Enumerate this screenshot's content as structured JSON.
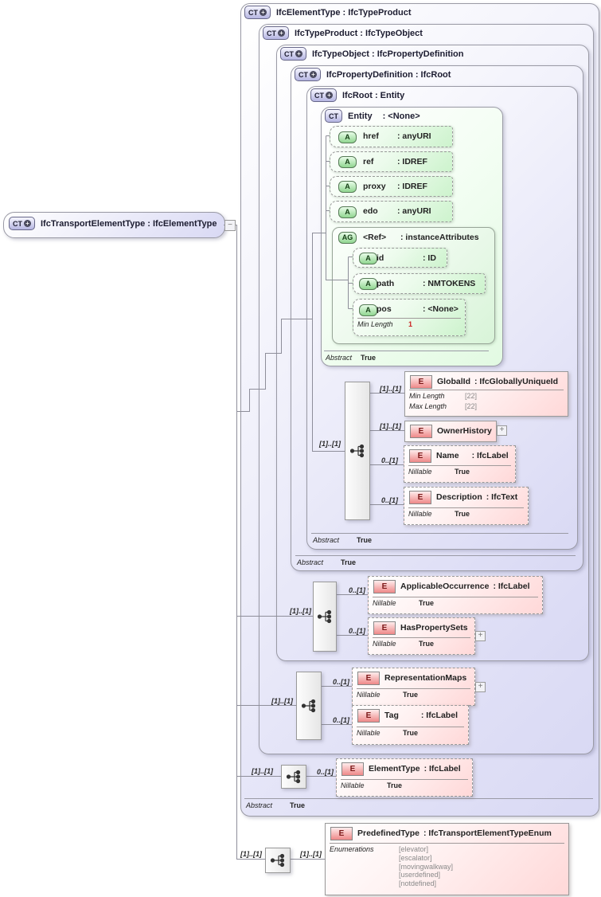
{
  "root_box": {
    "badge": "CT",
    "title": "IfcTransportElementType : IfcElementType"
  },
  "levels": [
    {
      "badge": "CT",
      "title": "IfcElementType : IfcTypeProduct"
    },
    {
      "badge": "CT",
      "title": "IfcTypeProduct : IfcTypeObject"
    },
    {
      "badge": "CT",
      "title": "IfcTypeObject : IfcPropertyDefinition"
    },
    {
      "badge": "CT",
      "title": "IfcPropertyDefinition : IfcRoot"
    },
    {
      "badge": "CT",
      "title": "IfcRoot : Entity"
    },
    {
      "badge": "CT",
      "name": "Entity",
      "type": ": <None>"
    }
  ],
  "attributes": [
    {
      "badge": "A",
      "name": "href",
      "type": ": anyURI"
    },
    {
      "badge": "A",
      "name": "ref",
      "type": ": IDREF"
    },
    {
      "badge": "A",
      "name": "proxy",
      "type": ": IDREF"
    },
    {
      "badge": "A",
      "name": "edo",
      "type": ": anyURI"
    }
  ],
  "attr_group": {
    "badge": "AG",
    "name": "<Ref>",
    "type": ": instanceAttributes",
    "attrs": [
      {
        "badge": "A",
        "name": "id",
        "type": ": ID"
      },
      {
        "badge": "A",
        "name": "path",
        "type": ": NMTOKENS"
      },
      {
        "badge": "A",
        "name": "pos",
        "type": ": <None>"
      }
    ],
    "pos_facet": {
      "name": "Min Length",
      "value": "1"
    }
  },
  "elements": {
    "global_id": {
      "badge": "E",
      "name": "GlobalId",
      "type": ": IfcGloballyUniqueId",
      "facets": [
        {
          "name": "Min Length",
          "value": "[22]"
        },
        {
          "name": "Max Length",
          "value": "[22]"
        }
      ]
    },
    "owner_history": {
      "badge": "E",
      "name": "OwnerHistory"
    },
    "name": {
      "badge": "E",
      "name": "Name",
      "type": ": IfcLabel"
    },
    "description": {
      "badge": "E",
      "name": "Description",
      "type": ": IfcText"
    },
    "applicable_occurrence": {
      "badge": "E",
      "name": "ApplicableOccurrence",
      "type": ": IfcLabel"
    },
    "has_property_sets": {
      "badge": "E",
      "name": "HasPropertySets"
    },
    "representation_maps": {
      "badge": "E",
      "name": "RepresentationMaps"
    },
    "tag": {
      "badge": "E",
      "name": "Tag",
      "type": ": IfcLabel"
    },
    "element_type": {
      "badge": "E",
      "name": "ElementType",
      "type": ": IfcLabel"
    },
    "predefined_type": {
      "badge": "E",
      "name": "PredefinedType",
      "type": ": IfcTransportElementTypeEnum",
      "enum_label": "Enumerations",
      "enums": [
        "[elevator]",
        "[escalator]",
        "[movingwalkway]",
        "[userdefined]",
        "[notdefined]"
      ]
    }
  },
  "facet_labels": {
    "abstract": "Abstract",
    "nillable": "Nillable",
    "true": "True"
  },
  "cards": {
    "one_one": "[1]..[1]",
    "zero_one": "0..[1]"
  },
  "icons": {
    "plus": "+",
    "minus": "−",
    "ct_plus": "+"
  }
}
